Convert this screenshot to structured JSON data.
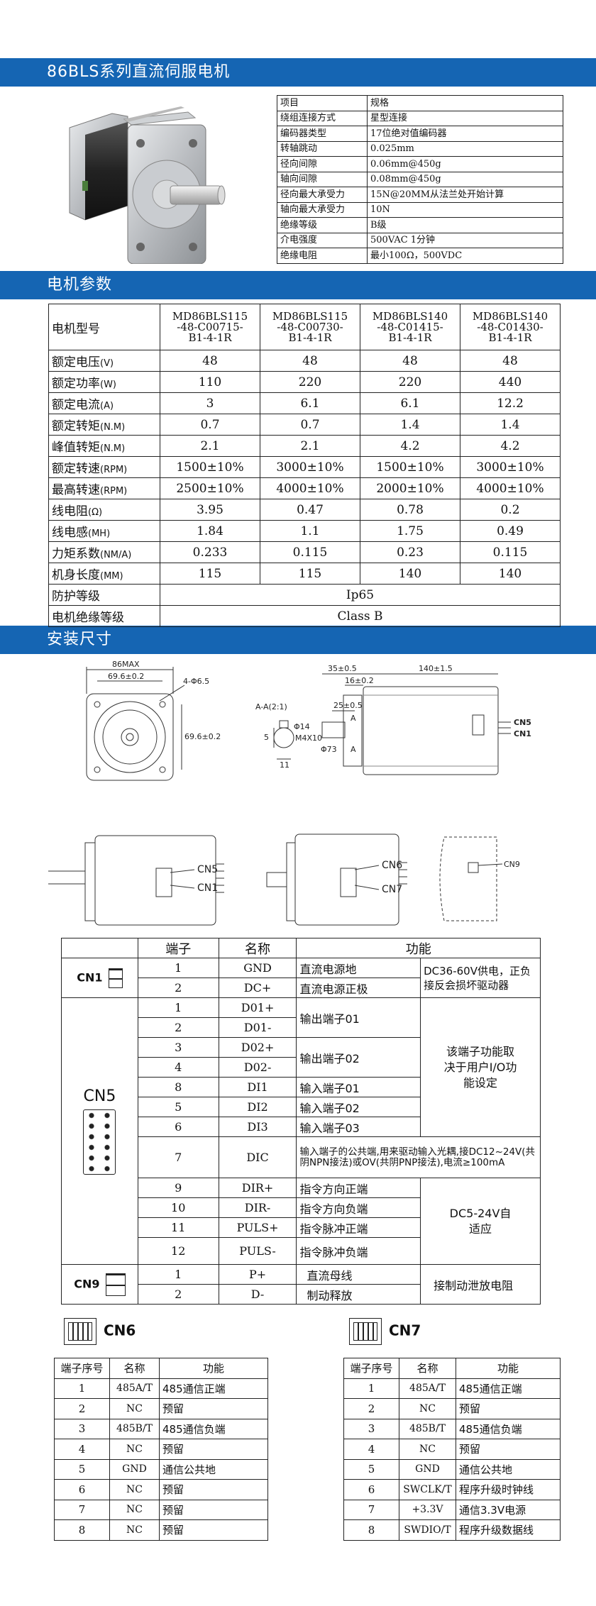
{
  "sections": {
    "title": "86BLS系列直流伺服电机",
    "params": "电机参数",
    "mount": "安装尺寸",
    "blank": ""
  },
  "spec": {
    "rows": [
      [
        "项目",
        "规格"
      ],
      [
        "绕组连接方式",
        "星型连接"
      ],
      [
        "编码器类型",
        "17位绝对值编码器"
      ],
      [
        "转轴跳动",
        "0.025mm"
      ],
      [
        "径向间隙",
        "0.06mm@450g"
      ],
      [
        "轴向间隙",
        "0.08mm@450g"
      ],
      [
        "径向最大承受力",
        "15N@20MM从法兰处开始计算"
      ],
      [
        "轴向最大承受力",
        "10N"
      ],
      [
        "绝缘等级",
        "B级"
      ],
      [
        "介电强度",
        "500VAC 1分钟"
      ],
      [
        "绝缘电阻",
        "最小100Ω，500VDC"
      ]
    ]
  },
  "params": {
    "header_label": "电机型号",
    "models": [
      [
        "MD86BLS115",
        "-48-C00715-",
        "B1-4-1R"
      ],
      [
        "MD86BLS115",
        "-48-C00730-",
        "B1-4-1R"
      ],
      [
        "MD86BLS140",
        "-48-C01415-",
        "B1-4-1R"
      ],
      [
        "MD86BLS140",
        "-48-C01430-",
        "B1-4-1R"
      ]
    ],
    "rows": [
      {
        "label": "额定电压",
        "unit": "(V)",
        "values": [
          "48",
          "48",
          "48",
          "48"
        ]
      },
      {
        "label": "额定功率",
        "unit": "(W)",
        "values": [
          "110",
          "220",
          "220",
          "440"
        ]
      },
      {
        "label": "额定电流",
        "unit": "(A)",
        "values": [
          "3",
          "6.1",
          "6.1",
          "12.2"
        ]
      },
      {
        "label": "额定转矩",
        "unit": "(N.M)",
        "values": [
          "0.7",
          "0.7",
          "1.4",
          "1.4"
        ]
      },
      {
        "label": "峰值转矩",
        "unit": "(N.M)",
        "values": [
          "2.1",
          "2.1",
          "4.2",
          "4.2"
        ]
      },
      {
        "label": "额定转速",
        "unit": "(RPM)",
        "values": [
          "1500±10%",
          "3000±10%",
          "1500±10%",
          "3000±10%"
        ]
      },
      {
        "label": "最高转速",
        "unit": "(RPM)",
        "values": [
          "2500±10%",
          "4000±10%",
          "2000±10%",
          "4000±10%"
        ]
      },
      {
        "label": "线电阻",
        "unit": "(Ω)",
        "values": [
          "3.95",
          "0.47",
          "0.78",
          "0.2"
        ]
      },
      {
        "label": "线电感",
        "unit": "(MH)",
        "values": [
          "1.84",
          "1.1",
          "1.75",
          "0.49"
        ]
      },
      {
        "label": "力矩系数",
        "unit": "(NM/A)",
        "values": [
          "0.233",
          "0.115",
          "0.23",
          "0.115"
        ]
      },
      {
        "label": "机身长度",
        "unit": "(MM)",
        "values": [
          "115",
          "115",
          "140",
          "140"
        ]
      }
    ],
    "protection_label": "防护等级",
    "protection_value": "Ip65",
    "insulation_label": "电机绝缘等级",
    "insulation_value": "Class B"
  },
  "drawing": {
    "d86": "86MAX",
    "d69w": "69.6±0.2",
    "holes": "4-Φ6.5",
    "d69h": "69.6±0.2",
    "aa": "A-A(2:1)",
    "key": "5",
    "shaft14": "Φ14",
    "m4": "M4X10",
    "k11": "11",
    "d35": "35±0.5",
    "d16": "16±0.2",
    "d140": "140±1.5",
    "d25": "25±0.5",
    "a1": "A",
    "a2": "A",
    "d73": "Φ73",
    "cn5": "CN5",
    "cn1": "CN1",
    "cn6": "CN6",
    "cn7": "CN7",
    "cn9": "CN9"
  },
  "pins": {
    "header": [
      "端子",
      "名称",
      "功能"
    ],
    "cn1_label": "CN1",
    "cn1": [
      [
        "1",
        "GND",
        "直流电源地"
      ],
      [
        "2",
        "DC+",
        "直流电源正极"
      ]
    ],
    "cn1_note": "DC36-60V供电，正负接反会损坏驱动器",
    "cn5_label": "CN5",
    "cn5": [
      [
        "1",
        "D01+"
      ],
      [
        "2",
        "D01-"
      ],
      [
        "3",
        "D02+"
      ],
      [
        "4",
        "D02-"
      ],
      [
        "8",
        "DI1"
      ],
      [
        "5",
        "DI2"
      ],
      [
        "6",
        "DI3"
      ],
      [
        "7",
        "DIC"
      ],
      [
        "9",
        "DIR+"
      ],
      [
        "10",
        "DIR-"
      ],
      [
        "11",
        "PULS+"
      ],
      [
        "12",
        "PULS-"
      ]
    ],
    "cn5_func": {
      "out1": "输出端子01",
      "out2": "输出端子02",
      "in1": "输入端子01",
      "in2": "输入端子02",
      "in3": "输入端子03",
      "dic": "输入端子的公共端,用来驱动输入光耦,接DC12~24V(共阴NPN接法)或OV(共阴PNP接法),电流≥100mA",
      "dirp": "指令方向正端",
      "dirn": "指令方向负端",
      "pulsp": "指令脉冲正端",
      "pulsn": "指令脉冲负端"
    },
    "io_note": "该端子功能取决于用户I/O功能设定",
    "dc_note": "DC5-24V自适应",
    "cn9_label": "CN9",
    "cn9": [
      [
        "1",
        "P+",
        "直流母线"
      ],
      [
        "2",
        "D-",
        "制动释放"
      ]
    ],
    "cn9_note": "接制动泄放电阻"
  },
  "cn6": {
    "label": "CN6",
    "header": [
      "端子序号",
      "名称",
      "功能"
    ],
    "rows": [
      [
        "1",
        "485A/T",
        "485通信正端"
      ],
      [
        "2",
        "NC",
        "预留"
      ],
      [
        "3",
        "485B/T",
        "485通信负端"
      ],
      [
        "4",
        "NC",
        "预留"
      ],
      [
        "5",
        "GND",
        "通信公共地"
      ],
      [
        "6",
        "NC",
        "预留"
      ],
      [
        "7",
        "NC",
        "预留"
      ],
      [
        "8",
        "NC",
        "预留"
      ]
    ]
  },
  "cn7": {
    "label": "CN7",
    "header": [
      "端子序号",
      "名称",
      "功能"
    ],
    "rows": [
      [
        "1",
        "485A/T",
        "485通信正端"
      ],
      [
        "2",
        "NC",
        "预留"
      ],
      [
        "3",
        "485B/T",
        "485通信负端"
      ],
      [
        "4",
        "NC",
        "预留"
      ],
      [
        "5",
        "GND",
        "通信公共地"
      ],
      [
        "6",
        "SWCLK/T",
        "程序升级时钟线"
      ],
      [
        "7",
        "+3.3V",
        "通信3.3V电源"
      ],
      [
        "8",
        "SWDIO/T",
        "程序升级数据线"
      ]
    ]
  }
}
